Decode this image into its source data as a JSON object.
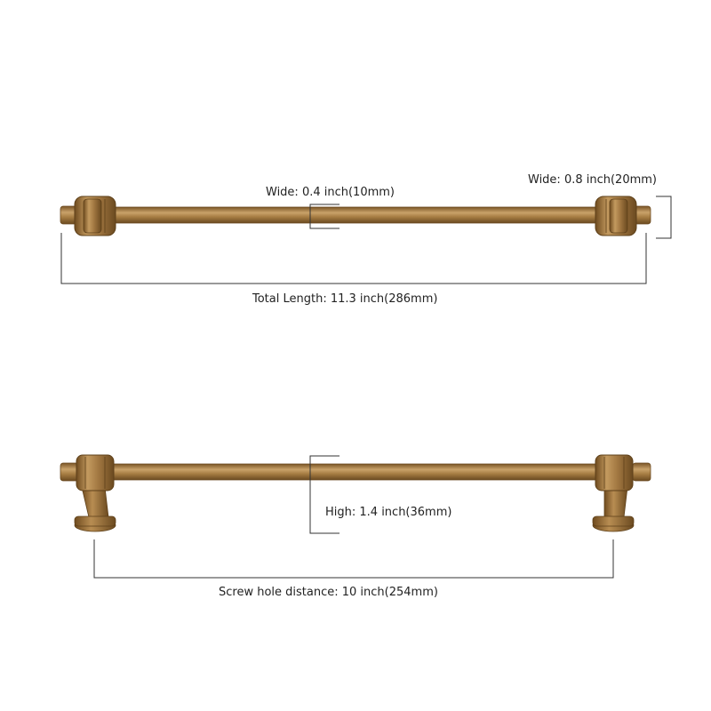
{
  "top_view": {
    "bar_width_label": "Wide: 0.4 inch(10mm)",
    "knob_width_label": "Wide: 0.8 inch(20mm)",
    "total_length_label": "Total Length: 11.3 inch(286mm)"
  },
  "side_view": {
    "height_label": "High: 1.4 inch(36mm)",
    "screw_hole_label": "Screw hole distance: 10 inch(254mm)"
  },
  "colors": {
    "brass_light": "#c9a26a",
    "brass_mid": "#a97f45",
    "brass_dark": "#7a5526",
    "dimension_line": "#333333"
  }
}
